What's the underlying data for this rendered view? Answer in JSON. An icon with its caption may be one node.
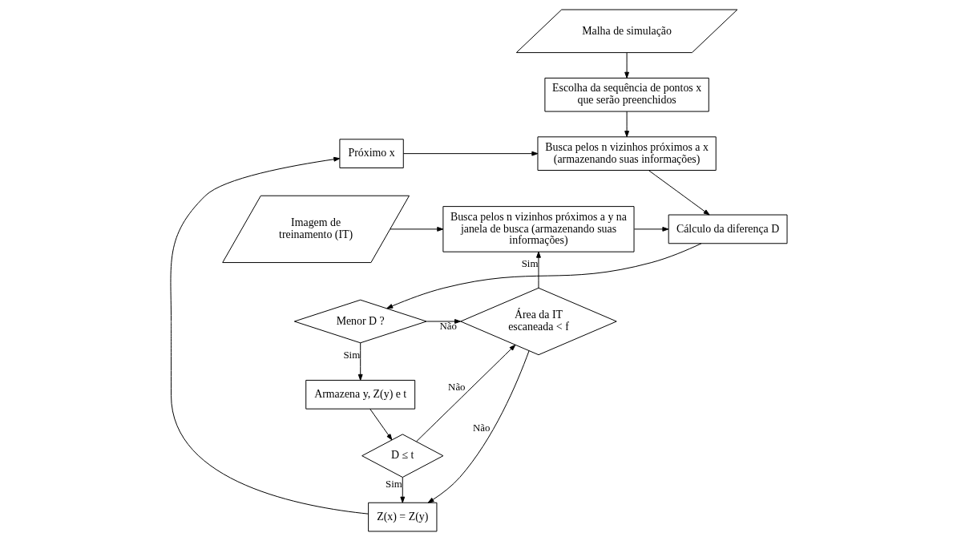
{
  "diagram": {
    "nodes": [
      {
        "text": [
          "Malha de simulação"
        ]
      },
      {
        "text": [
          "Escolha da sequência de pontos x que serão preenchidos"
        ]
      },
      {
        "text": [
          "Próximo x"
        ]
      },
      {
        "text": [
          "Busca pelos n vizinhos próximos a x (armazenando suas informações)"
        ]
      },
      {
        "text": [
          "Busca pelos n vizinhos próximos a y na janela de busca (armazenando suas informações)"
        ]
      },
      {
        "text": [
          "Imagem de treinamento (IT)"
        ]
      },
      {
        "text": [
          "Cálculo da diferença D"
        ]
      },
      {
        "text": [
          "Menor D ?"
        ]
      },
      {
        "text": [
          "Área da IT escaneada < f"
        ]
      },
      {
        "text": [
          "Armazena y, Z(y) e t"
        ]
      },
      {
        "text": [
          "D ≤ t"
        ]
      },
      {
        "text": [
          "Z(x) = Z(y)"
        ]
      }
    ],
    "edges": [
      {
        "from": 0,
        "to": 1,
        "arrow": "to"
      },
      {
        "from": 1,
        "to": 3,
        "arrow": "to"
      },
      {
        "from": 2,
        "to": 3,
        "arrow": "to"
      },
      {
        "from": 3,
        "to": 6,
        "arrow": "to"
      },
      {
        "from": 5,
        "to": 4,
        "arrow": "to"
      },
      {
        "from": 4,
        "to": 6,
        "arrow": "to"
      },
      {
        "from": 8,
        "to": 4,
        "arrow": "to",
        "label": "Sim"
      },
      {
        "from": 6,
        "to": 7,
        "arrow": "to"
      },
      {
        "from": 7,
        "to": 8,
        "arrow": "to",
        "label": "Não"
      },
      {
        "from": 7,
        "to": 9,
        "arrow": "to",
        "label": "Sim"
      },
      {
        "from": 9,
        "to": 10,
        "arrow": "to"
      },
      {
        "from": 10,
        "to": 8,
        "arrow": "to",
        "label": "Não"
      },
      {
        "from": 10,
        "to": 11,
        "arrow": "to",
        "label": "Sim"
      },
      {
        "from": 8,
        "to": 11,
        "arrow": "to",
        "label": "Não"
      },
      {
        "from": 11,
        "to": 2,
        "arrow": "to"
      }
    ]
  }
}
